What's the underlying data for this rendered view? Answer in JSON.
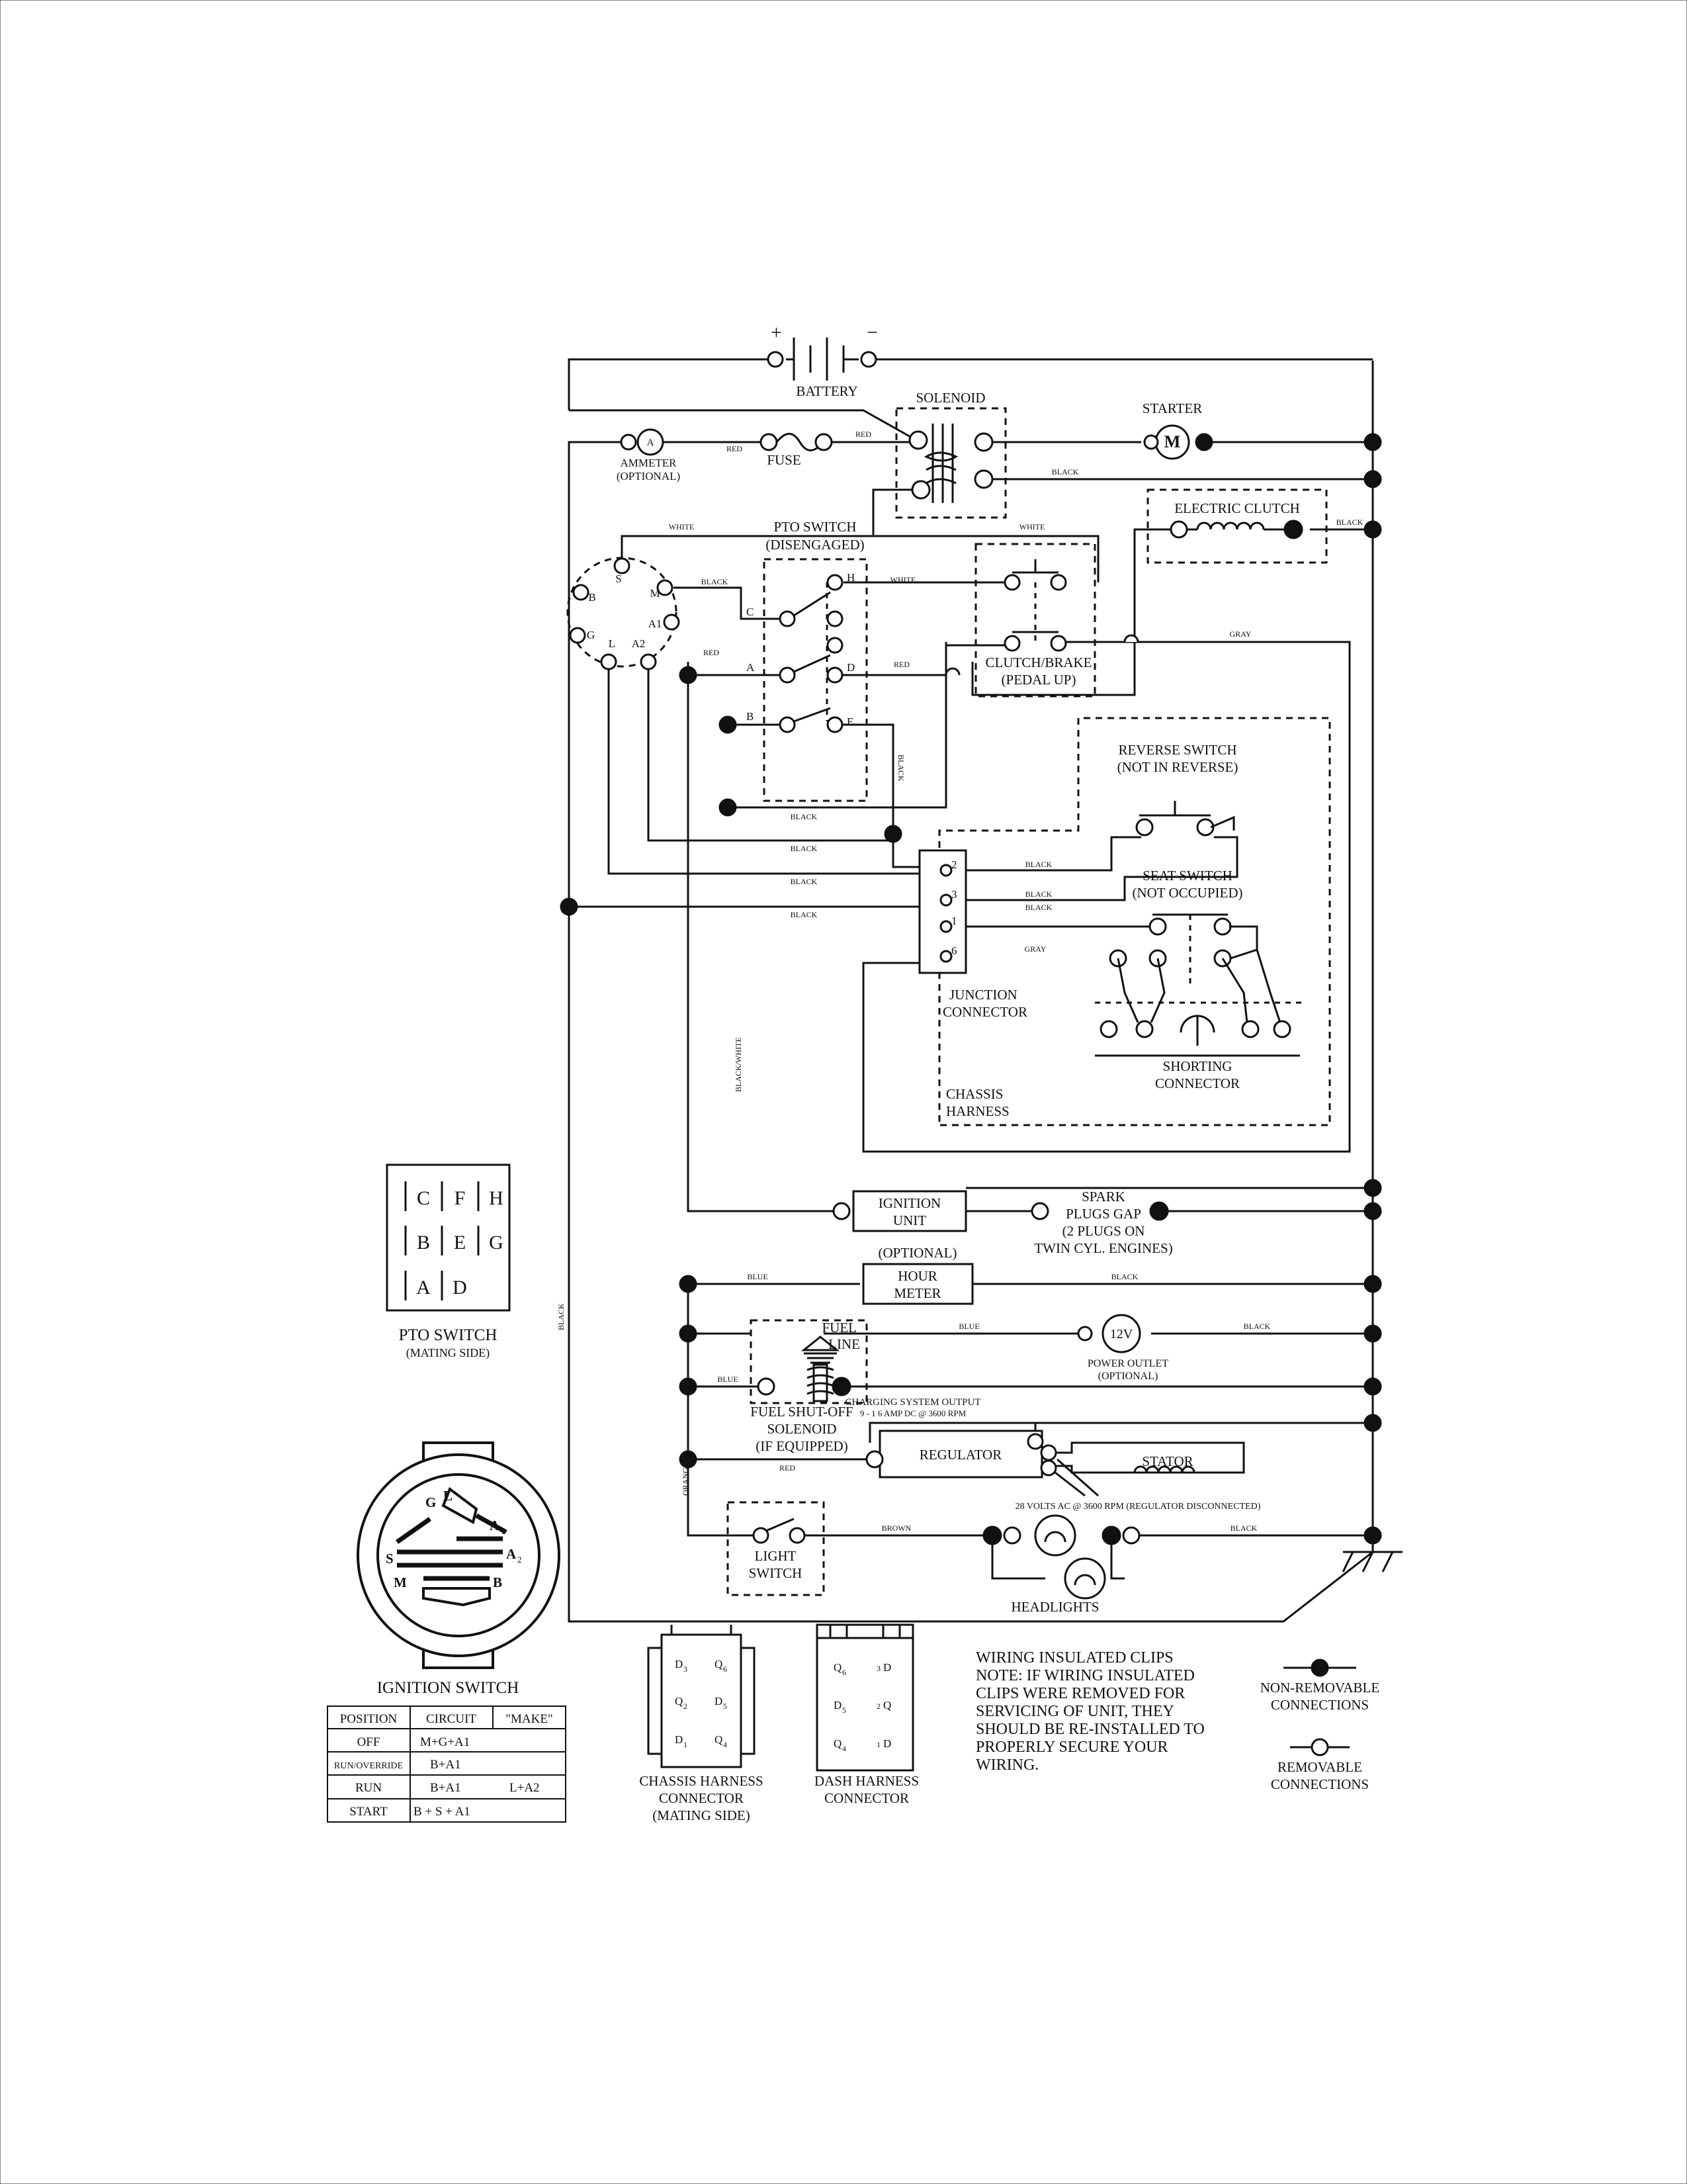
{
  "labels": {
    "battery": "BATTERY",
    "solenoid": "SOLENOID",
    "starter": "STARTER",
    "starter_m": "M",
    "ammeter": "AMMETER",
    "ammeter_opt": "(OPTIONAL)",
    "ammeter_a": "A",
    "fuse": "FUSE",
    "electric_clutch": "ELECTRIC CLUTCH",
    "pto_switch": "PTO SWITCH",
    "pto_disengaged": "(DISENGAGED)",
    "clutch_brake": "CLUTCH/BRAKE",
    "pedal_up": "(PEDAL UP)",
    "reverse_switch": "REVERSE SWITCH",
    "not_in_reverse": "(NOT IN REVERSE)",
    "seat_switch": "SEAT SWITCH",
    "not_occupied": "(NOT OCCUPIED)",
    "junction": "JUNCTION",
    "connector": "CONNECTOR",
    "shorting": "SHORTING",
    "shorting_connector": "CONNECTOR",
    "chassis": "CHASSIS",
    "harness": "HARNESS",
    "ignition": "IGNITION",
    "unit": "UNIT",
    "spark": "SPARK",
    "plugs_gap": "PLUGS GAP",
    "two_plugs": "(2 PLUGS ON",
    "twin_cyl": "TWIN CYL. ENGINES)",
    "optional": "(OPTIONAL)",
    "hour": "HOUR",
    "meter": "METER",
    "fuel": "FUEL",
    "line": "LINE",
    "twelve_v": "12V",
    "power_outlet": "POWER OUTLET",
    "power_outlet_opt": "(OPTIONAL)",
    "fuel_shutoff": "FUEL SHUT-OFF",
    "fuel_solenoid": "SOLENOID",
    "if_equipped": "(IF EQUIPPED)",
    "charging_output": "CHARGING SYSTEM OUTPUT",
    "charging_spec": "9 - 1 6 AMP DC @ 3600 RPM",
    "regulator": "REGULATOR",
    "stator": "STATOR",
    "volts_ac": "28 VOLTS AC @ 3600 RPM (REGULATOR DISCONNECTED)",
    "light": "LIGHT",
    "switch": "SWITCH",
    "headlights": "HEADLIGHTS",
    "pto_mating_title": "PTO SWITCH",
    "pto_mating_sub": "(MATING SIDE)",
    "ignition_switch_title": "IGNITION SWITCH",
    "chassis_connector_1": "CHASSIS HARNESS",
    "chassis_connector_2": "CONNECTOR",
    "chassis_connector_3": "(MATING SIDE)",
    "dash_connector_1": "DASH HARNESS",
    "dash_connector_2": "CONNECTOR",
    "clips_title": "WIRING INSULATED CLIPS",
    "clips_note_1": "NOTE:  IF WIRING INSULATED",
    "clips_note_2": "CLIPS WERE REMOVED FOR",
    "clips_note_3": "SERVICING OF UNIT, THEY",
    "clips_note_4": "SHOULD BE RE-INSTALLED TO",
    "clips_note_5": "PROPERLY SECURE YOUR",
    "clips_note_6": "WIRING.",
    "non_removable_1": "NON-REMOVABLE",
    "non_removable_2": "CONNECTIONS",
    "removable_1": "REMOVABLE",
    "removable_2": "CONNECTIONS",
    "plus": "+",
    "minus": "−"
  },
  "wires": {
    "red": "RED",
    "black": "BLACK",
    "white": "WHITE",
    "gray": "GRAY",
    "blue": "BLUE",
    "brown": "BROWN",
    "orange": "ORANGE",
    "black_white": "BLACK/WHITE"
  },
  "terminals": {
    "ign_s": "S",
    "ign_m": "M",
    "ign_b": "B",
    "ign_a1": "A1",
    "ign_g": "G",
    "ign_l": "L",
    "ign_a2": "A2",
    "pto_c": "C",
    "pto_h": "H",
    "pto_a": "A",
    "pto_d": "D",
    "pto_b": "B",
    "pto_e": "E",
    "junc_2": "2",
    "junc_3": "3",
    "junc_1": "1",
    "junc_6": "6"
  },
  "pto_mating_grid": [
    [
      "C",
      "F",
      "H"
    ],
    [
      "B",
      "E",
      "G"
    ],
    [
      "A",
      "D"
    ]
  ],
  "ignition_face": {
    "g": "G",
    "l": "L",
    "a1": "A",
    "a1_sub": "1",
    "a2": "A",
    "a2_sub": "2",
    "s": "S",
    "m": "M",
    "b": "B"
  },
  "ignition_table": {
    "headers": [
      "POSITION",
      "CIRCUIT",
      "\"MAKE\""
    ],
    "rows": [
      [
        "OFF",
        "M+G+A1",
        ""
      ],
      [
        "RUN/OVERRIDE",
        "B+A1",
        ""
      ],
      [
        "RUN",
        "B+A1",
        "L+A2"
      ],
      [
        "START",
        "B + S + A1",
        ""
      ]
    ]
  },
  "chassis_pins": {
    "d3": "D",
    "d3_sub": "3",
    "q6": "Q",
    "q6_sub": "6",
    "q2": "Q",
    "q2_sub": "2",
    "d5": "D",
    "d5_sub": "5",
    "d1": "D",
    "d1_sub": "1",
    "q4": "Q",
    "q4_sub": "4"
  },
  "dash_pins": {
    "q6": "Q",
    "q6_sub": "6",
    "d3": "3",
    "d3_sym": "D",
    "d5": "D",
    "d5_sub": "5",
    "q2": "2",
    "q2_sym": "Q",
    "q4": "Q",
    "q4_sub": "4",
    "d1": "1",
    "d1_sym": "D"
  }
}
